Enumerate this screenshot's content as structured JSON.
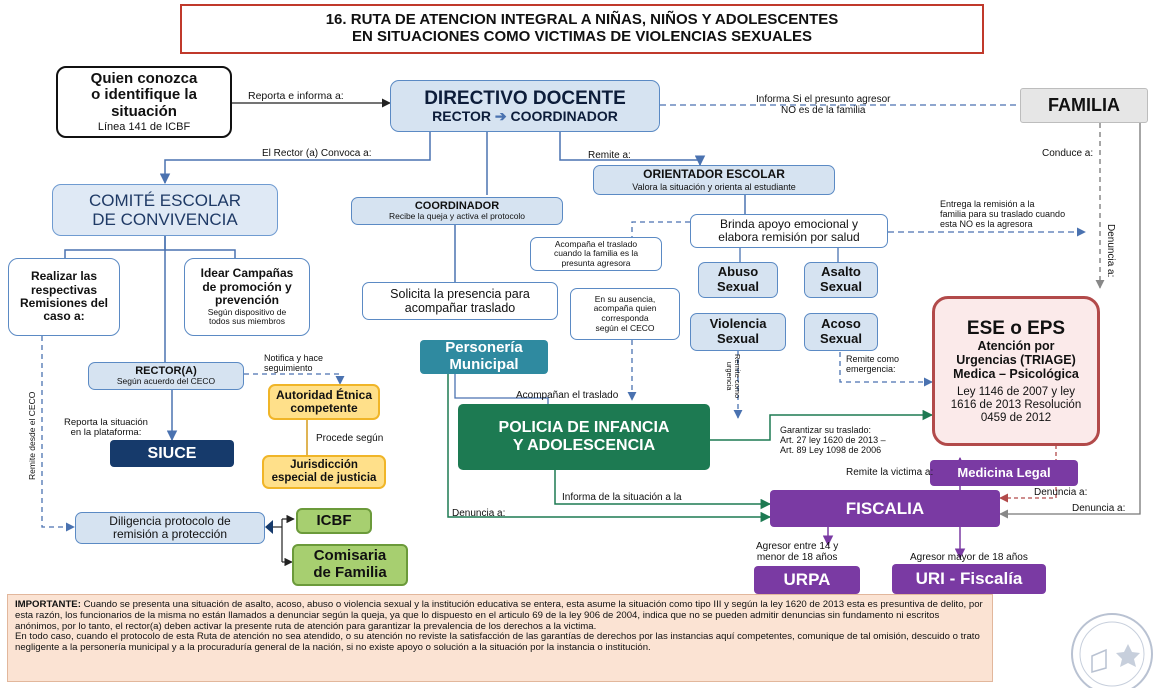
{
  "title": {
    "line1": "16. RUTA DE ATENCION INTEGRAL A NIÑAS, NIÑOS Y ADOLESCENTES",
    "line2": "EN SITUACIONES COMO VICTIMAS DE VIOLENCIAS SEXUALES"
  },
  "boxes": {
    "quien": {
      "line1": "Quien conozca",
      "line2": "o identifique la",
      "line3": "situación",
      "sub": "Línea 141 de ICBF"
    },
    "directivo": {
      "title": "DIRECTIVO DOCENTE",
      "rector": "RECTOR",
      "arrow": "➔",
      "coordinador": "COORDINADOR"
    },
    "familia": "FAMILIA",
    "orientador": {
      "title": "ORIENTADOR ESCOLAR",
      "sub": "Valora la situación y orienta al estudiante"
    },
    "comite": {
      "line1": "COMITÉ ESCOLAR",
      "line2": "DE CONVIVENCIA"
    },
    "coordinador": {
      "title": "COORDINADOR",
      "sub": "Recibe la queja y activa el protocolo"
    },
    "brinda": {
      "line1": "Brinda apoyo emocional y",
      "line2": "elabora remisión por salud"
    },
    "acompana_traslado": {
      "line1": "Acompaña el traslado",
      "line2": "cuando la familia es la",
      "line3": "presunta agresora"
    },
    "ausencia": {
      "line1": "En su ausencia,",
      "line2": "acompaña quien",
      "line3": "corresponda",
      "line4": "según el CECO"
    },
    "abuso": {
      "line1": "Abuso",
      "line2": "Sexual"
    },
    "asalto": {
      "line1": "Asalto",
      "line2": "Sexual"
    },
    "violencia": {
      "line1": "Violencia",
      "line2": "Sexual"
    },
    "acoso": {
      "line1": "Acoso",
      "line2": "Sexual"
    },
    "realizar": {
      "line1": "Realizar las",
      "line2": "respectivas",
      "line3": "Remisiones del",
      "line4": "caso a:"
    },
    "idear": {
      "line1": "Idear Campañas",
      "line2": "de promoción y",
      "line3": "prevención",
      "sub1": "Según dispositivo de",
      "sub2": "todos sus miembros"
    },
    "solicita": {
      "line1": "Solicita la presencia para",
      "line2": "acompañar traslado"
    },
    "personeria": {
      "line1": "Personería",
      "line2": "Municipal"
    },
    "ese": {
      "title": "ESE o EPS",
      "line1": "Atención por",
      "line2": "Urgencias (TRIAGE)",
      "line3": "Medica – Psicológica",
      "law1": "Ley 1146 de 2007 y ley",
      "law2": "1616 de 2013 Resolución",
      "law3": "0459 de 2012"
    },
    "rector": {
      "title": "RECTOR(A)",
      "sub": "Según acuerdo del CECO"
    },
    "autoridad": {
      "line1": "Autoridad Étnica",
      "line2": "competente"
    },
    "policia": {
      "line1": "POLICIA DE INFANCIA",
      "line2": "Y ADOLESCENCIA"
    },
    "siuce": "SIUCE",
    "jurisdiccion": {
      "line1": "Jurisdicción",
      "line2": "especial de justicia"
    },
    "medicina": "Medicina Legal",
    "fiscalia": "FISCALIA",
    "diligencia": {
      "line1": "Diligencia protocolo de",
      "line2": "remisión a protección"
    },
    "icbf": "ICBF",
    "comisaria": {
      "line1": "Comisaria",
      "line2": "de Familia"
    },
    "urpa": "URPA",
    "uri": "URI - Fiscalía"
  },
  "labels": {
    "reporta": "Reporta e informa a:",
    "informa_si1": "Informa Si el presunto agresor",
    "informa_si2": "NO es de la familia",
    "rector_convoca": "El Rector (a) Convoca a:",
    "remite_a": "Remite a:",
    "conduce": "Conduce a:",
    "denuncia_v": "Denuncia a:",
    "entrega1": "Entrega la remisión a la",
    "entrega2": "familia para su traslado cuando",
    "entrega3": "esta NO es la agresora",
    "notifica1": "Notifica y hace",
    "notifica2": "seguimiento",
    "reporta_sit1": "Reporta la situación",
    "reporta_sit2": "en la plataforma:",
    "remite_ceco": "Remite desde el CECO",
    "procede": "Procede según",
    "acompanan": "Acompañan el traslado",
    "remite_urg1": "Remite como",
    "remite_urg2": "urgencia",
    "remite_emer1": "Remite como",
    "remite_emer2": "emergencia:",
    "garantizar1": "Garantizar su traslado:",
    "garantizar2": "Art. 27 ley 1620 de 2013 –",
    "garantizar3": "Art. 89 Ley 1098 de 2006",
    "remite_victima": "Remite la victima a:",
    "informa_sit": "Informa de la situación a la",
    "denuncia_a": "Denuncia a:",
    "denuncia_a2": "Denuncia  a:",
    "denuncia_a3": "Denuncia a:",
    "agresor14a": "Agresor entre 14 y",
    "agresor14b": "menor de 18 años",
    "agresor18": "Agresor mayor de 18 años"
  },
  "note": {
    "bold": "IMPORTANTE:",
    "text1": " Cuando se presenta una situación de asalto, acoso, abuso o violencia sexual y la institución educativa se entera, esta asume la situación como tipo III y según la ley 1620 de 2013 esta es presuntiva de delito, por esta razón, los funcionarios de la misma no están llamados a denunciar según la queja, ya que lo dispuesto en el articulo 69 de la ley 906 de 2004, indica que no se pueden admitir denuncias sin fundamento ni escritos anónimos, por lo tanto, el rector(a) deben activar la presente ruta de atención para garantizar la prevalencia de los derechos a la victima.",
    "text2": "En todo caso, cuando el protocolo de esta Ruta de atención no sea atendido, o su atención no reviste la satisfacción de las garantías de derechos por las instancias aquí competentes, comunique de tal omisión, descuido o trato negligente a la personería municipal y a la procuraduría general de la nación, si no existe apoyo o solución a la situación por la instancia o institución."
  },
  "colors": {
    "title_border": "#c0392b",
    "blue_box": "#d6e3f1",
    "teal": "#2f8aa0",
    "police_green": "#1d7a52",
    "navy": "#163a6b",
    "purple": "#7a3aa3",
    "yellow": "#ffe08a",
    "light_green": "#a7cf70",
    "ese_border": "#b24a4a",
    "note_bg": "#fbe3d3"
  }
}
